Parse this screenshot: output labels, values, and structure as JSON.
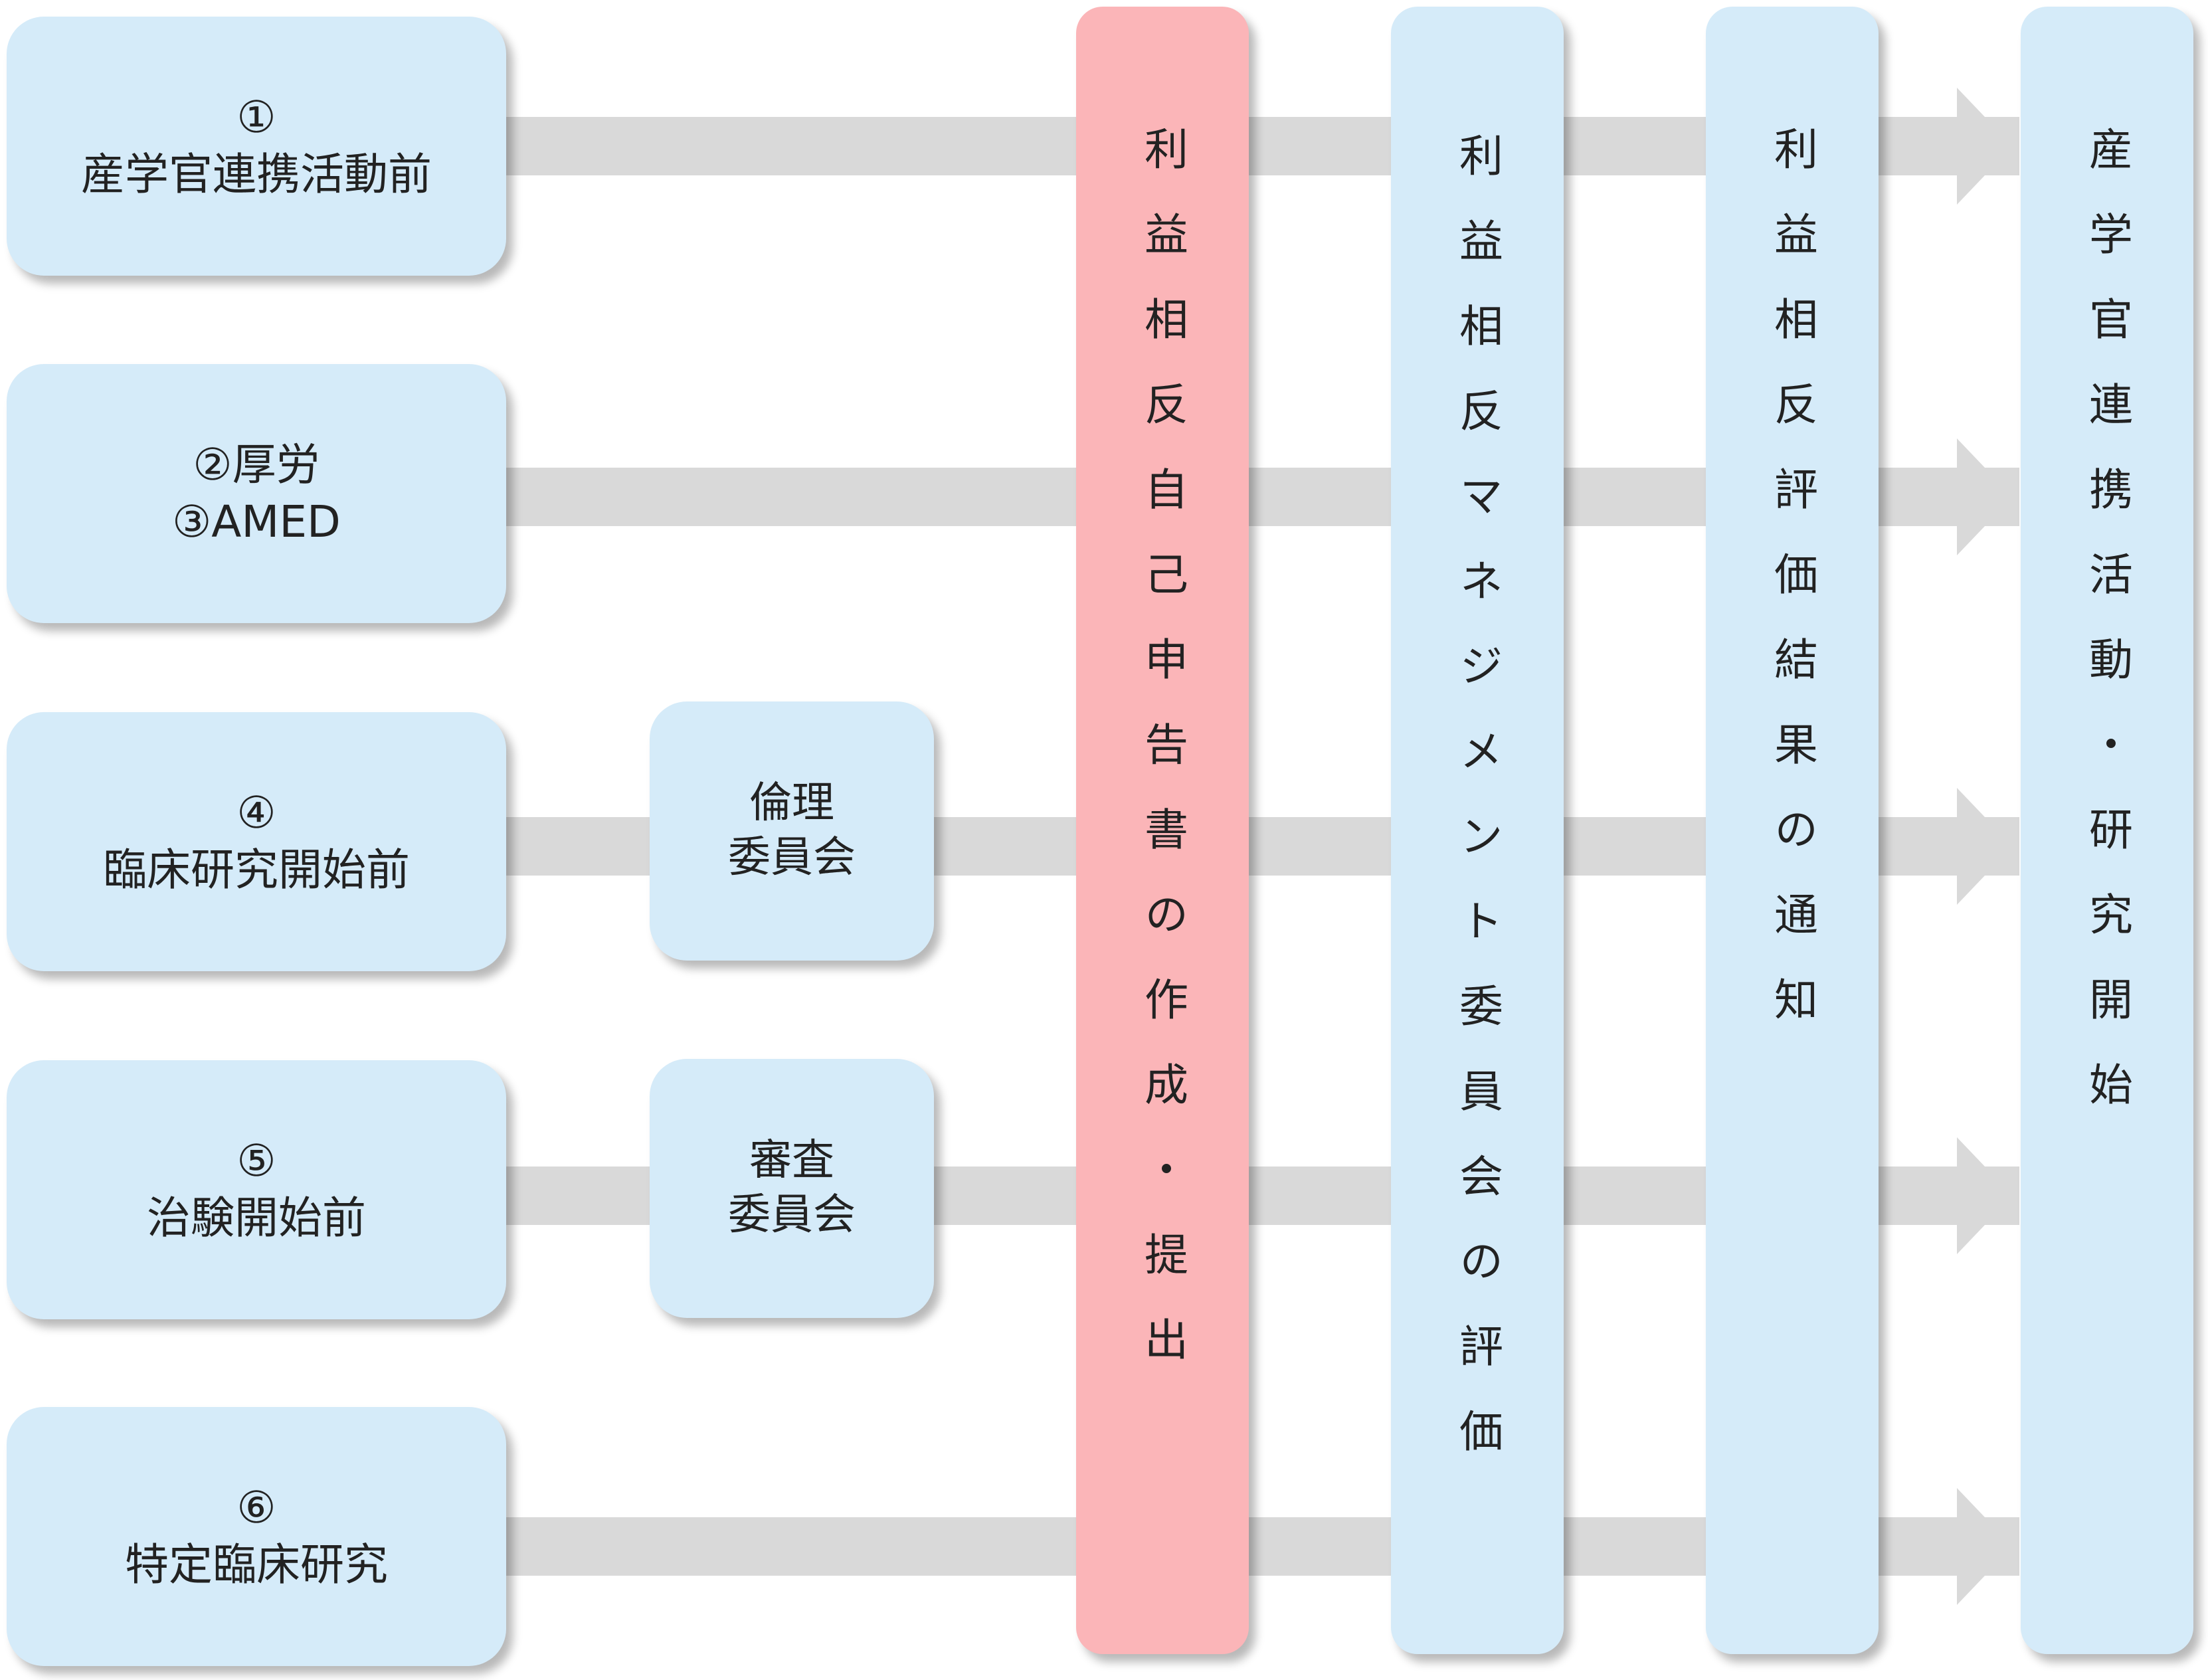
{
  "sources": [
    {
      "lines": [
        "①",
        "産学官連携活動前"
      ]
    },
    {
      "lines": [
        "②厚労",
        "③AMED"
      ]
    },
    {
      "lines": [
        "④",
        "臨床研究開始前"
      ]
    },
    {
      "lines": [
        "⑤",
        "治験開始前"
      ]
    },
    {
      "lines": [
        "⑥",
        "特定臨床研究"
      ]
    }
  ],
  "committees": [
    {
      "lines": [
        "倫理",
        "委員会"
      ]
    },
    {
      "lines": [
        "審査",
        "委員会"
      ]
    }
  ],
  "steps": [
    {
      "text": "利益相反自己申告書の作成・提出",
      "color": "#fbb5b8"
    },
    {
      "text": "利益相反マネジメント委員会の評価",
      "color": "#d5ebf9"
    },
    {
      "text": "利益相反評価結果の通知",
      "color": "#d5ebf9"
    },
    {
      "text": "産学官連携活動・研究開始",
      "color": "#d5ebf9"
    }
  ],
  "colors": {
    "box": "#d5ebf9",
    "highlight": "#fbb5b8",
    "arrow": "#d9d9d9"
  }
}
